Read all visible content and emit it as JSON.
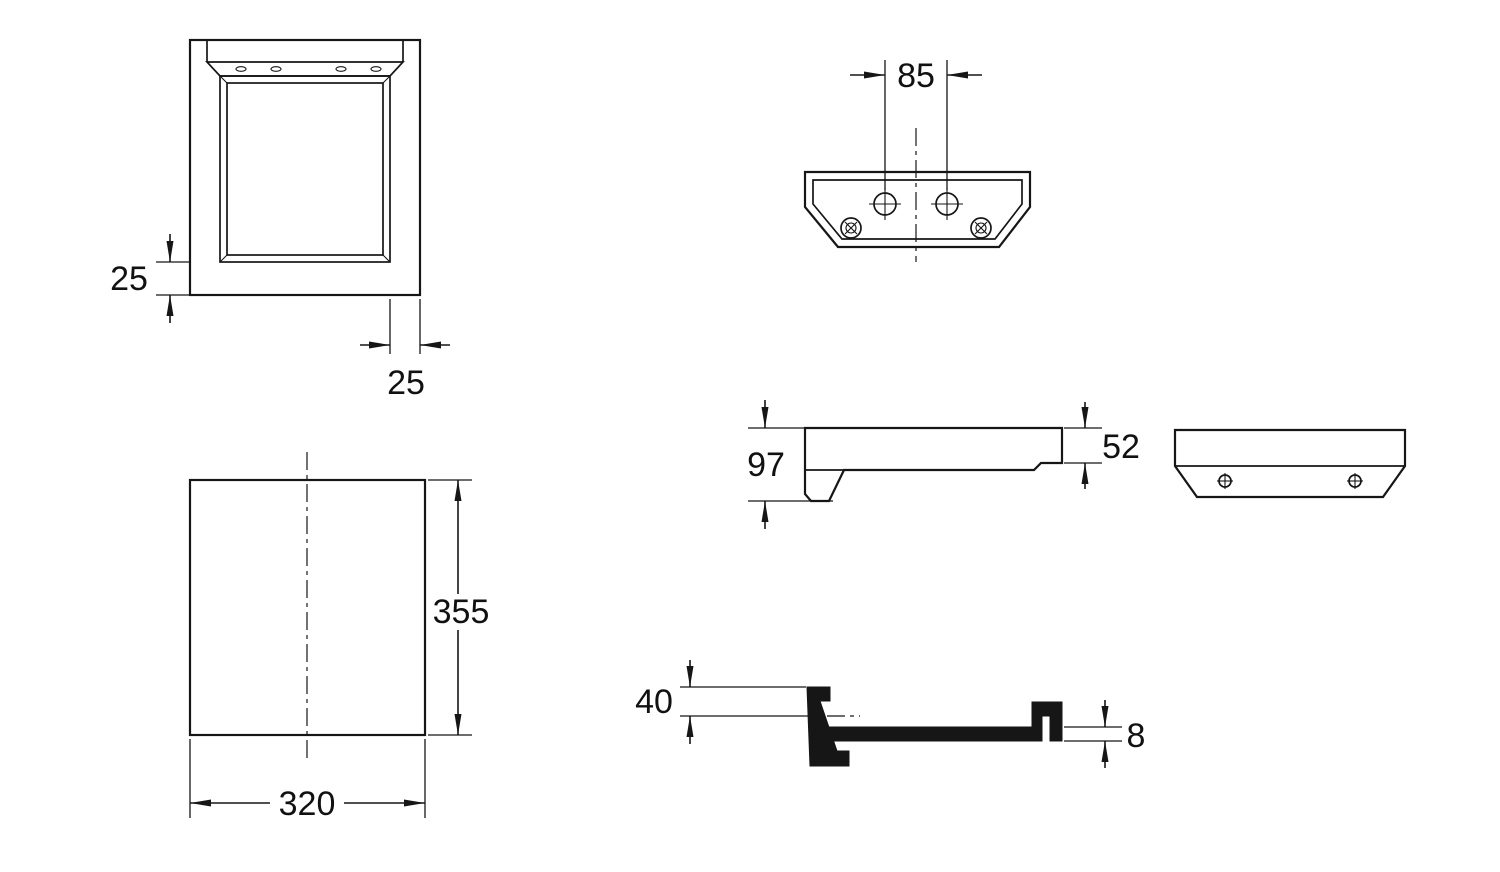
{
  "page": {
    "background": "#ffffff",
    "line_color": "#161616"
  },
  "dimensions": {
    "front_bottom_inset": "25",
    "front_side_inset": "25",
    "hole_spacing": "85",
    "side_height": "97",
    "side_thickness": "52",
    "plan_depth": "355",
    "plan_width": "320",
    "section_offset": "40",
    "plate_thickness": "8"
  }
}
